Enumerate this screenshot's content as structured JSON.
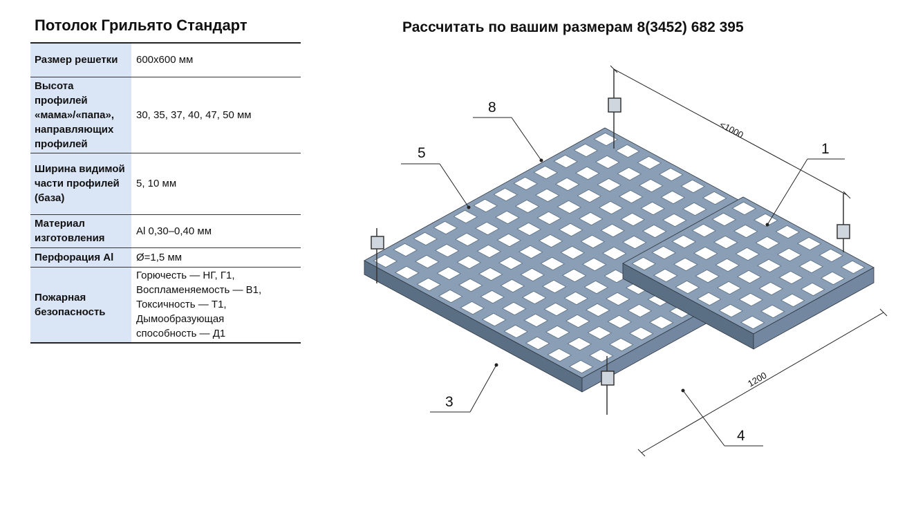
{
  "header": {
    "title": "Потолок Грильято Стандарт",
    "calc": "Рассчитать по вашим размерам 8(3452) 682 395"
  },
  "specs": [
    {
      "key": "Размер решетки",
      "value": [
        "600х600 мм"
      ]
    },
    {
      "key": "Высота профилей «мама»/«папа», направляющих профилей",
      "value": [
        "30, 35, 37, 40, 47, 50 мм"
      ]
    },
    {
      "key": "Ширина видимой части профилей (база)",
      "value": [
        "5, 10 мм"
      ]
    },
    {
      "key": "Материал изготовления",
      "value": [
        "Al 0,30–0,40 мм"
      ]
    },
    {
      "key": "Перфорация Al",
      "value": [
        "Ø=1,5 мм"
      ]
    },
    {
      "key": "Пожарная безопасность",
      "value": [
        "Горючесть — НГ, Г1,",
        "Воспламеняемость — В1,",
        "Токсичность — Т1,",
        "Дымообразующая",
        "способность — Д1"
      ]
    }
  ],
  "diagram": {
    "callouts": [
      "8",
      "5",
      "1",
      "3",
      "4"
    ],
    "dim_top": "<1000",
    "dim_bottom": "1200",
    "colors": {
      "grid": "#8a9fb5",
      "grid_dark": "#5b6f84",
      "outline": "#2b3440"
    }
  }
}
